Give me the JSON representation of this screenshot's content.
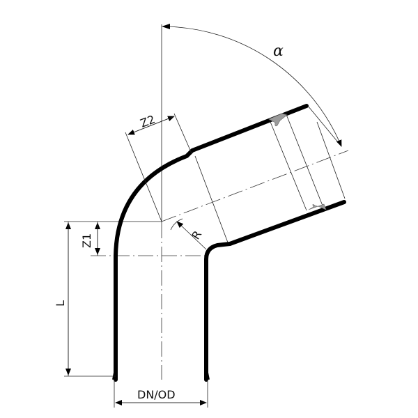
{
  "labels": {
    "angle": "α",
    "z2": "Z2",
    "z1": "Z1",
    "radius": "R",
    "length": "L",
    "diameter": "DN/OD"
  },
  "colors": {
    "line": "#000000",
    "seal": "#9a9a9a"
  }
}
